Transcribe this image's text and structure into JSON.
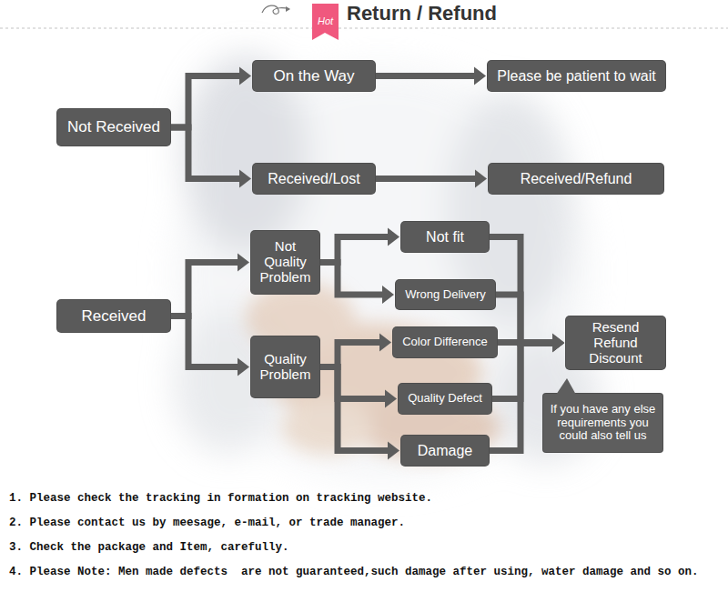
{
  "diagram": {
    "title": "Return / Refund",
    "nodes": [
      {
        "text": [
          "Not Received"
        ]
      },
      {
        "text": [
          "On the Way"
        ]
      },
      {
        "text": [
          "Please be patient to wait"
        ]
      },
      {
        "text": [
          "Received/Lost"
        ]
      },
      {
        "text": [
          "Received/Refund"
        ]
      },
      {
        "text": [
          "Not Quality Problem"
        ]
      },
      {
        "text": [
          "Not fit"
        ]
      },
      {
        "text": [
          "Wrong Delivery"
        ]
      },
      {
        "text": [
          "Received"
        ]
      },
      {
        "text": [
          "Quality Problem"
        ]
      },
      {
        "text": [
          "Color Difference"
        ]
      },
      {
        "text": [
          "Quality Defect"
        ]
      },
      {
        "text": [
          "Damage"
        ]
      },
      {
        "text": [
          "Resend Refund Discount"
        ]
      },
      {
        "text": [
          "If you have any else requirements you could also tell us"
        ]
      }
    ],
    "edges": [
      {
        "from": 0,
        "to": 1,
        "arrow": "to"
      },
      {
        "from": 0,
        "to": 3,
        "arrow": "to"
      },
      {
        "from": 1,
        "to": 2,
        "arrow": "to"
      },
      {
        "from": 3,
        "to": 4,
        "arrow": "to"
      },
      {
        "from": 8,
        "to": 5,
        "arrow": "to"
      },
      {
        "from": 8,
        "to": 9,
        "arrow": "to"
      },
      {
        "from": 5,
        "to": 6,
        "arrow": "to"
      },
      {
        "from": 5,
        "to": 7,
        "arrow": "to"
      },
      {
        "from": 9,
        "to": 10,
        "arrow": "to"
      },
      {
        "from": 9,
        "to": 11,
        "arrow": "to"
      },
      {
        "from": 9,
        "to": 12,
        "arrow": "to"
      },
      {
        "from": 6,
        "to": 13,
        "arrow": "to"
      },
      {
        "from": 7,
        "to": 13,
        "arrow": "to"
      },
      {
        "from": 10,
        "to": 13,
        "arrow": "to"
      },
      {
        "from": 11,
        "to": 13,
        "arrow": "to"
      },
      {
        "from": 12,
        "to": 13,
        "arrow": "to"
      }
    ],
    "labels": [
      "Hot",
      "1. Please check the tracking in formation on tracking website.",
      "2. Please contact us by meesage, e-mail, or trade manager.",
      "3. Check the package and Item, carefully.",
      "4. Please Note: Men made defects  are not guaranteed,such damage after using, water damage and so on."
    ]
  }
}
